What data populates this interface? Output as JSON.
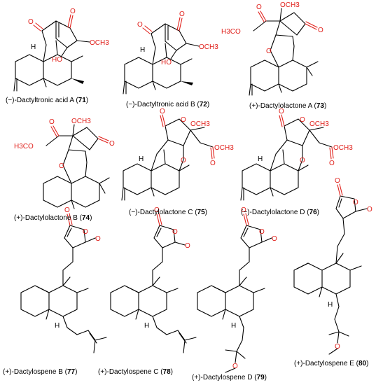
{
  "compounds": [
    {
      "name": "(−)-Dactyltronic acid A",
      "number": "71"
    },
    {
      "name": "(−)-Dactyltronic acid B",
      "number": "72"
    },
    {
      "name": "(+)-Dactylolactone A",
      "number": "73"
    },
    {
      "name": "(+)-Dactylolactone B",
      "number": "74"
    },
    {
      "name": "(−)-Dactylolactone C",
      "number": "75"
    },
    {
      "name": "(−)-Dactylolactone D",
      "number": "76"
    },
    {
      "name": "(+)-Dactylospene B",
      "number": "77"
    },
    {
      "name": "(+)-Dactylospene C",
      "number": "78"
    },
    {
      "name": "(+)-Dactylospene D",
      "number": "79"
    },
    {
      "name": "(+)-Dactylospene E",
      "number": "80"
    }
  ],
  "labels": {
    "och3": "OCH3",
    "h3co": "H3CO",
    "ho": "HO",
    "h": "H",
    "o": "O"
  },
  "colors": {
    "bond": "#000000",
    "heteroatom": "#e0201b"
  }
}
